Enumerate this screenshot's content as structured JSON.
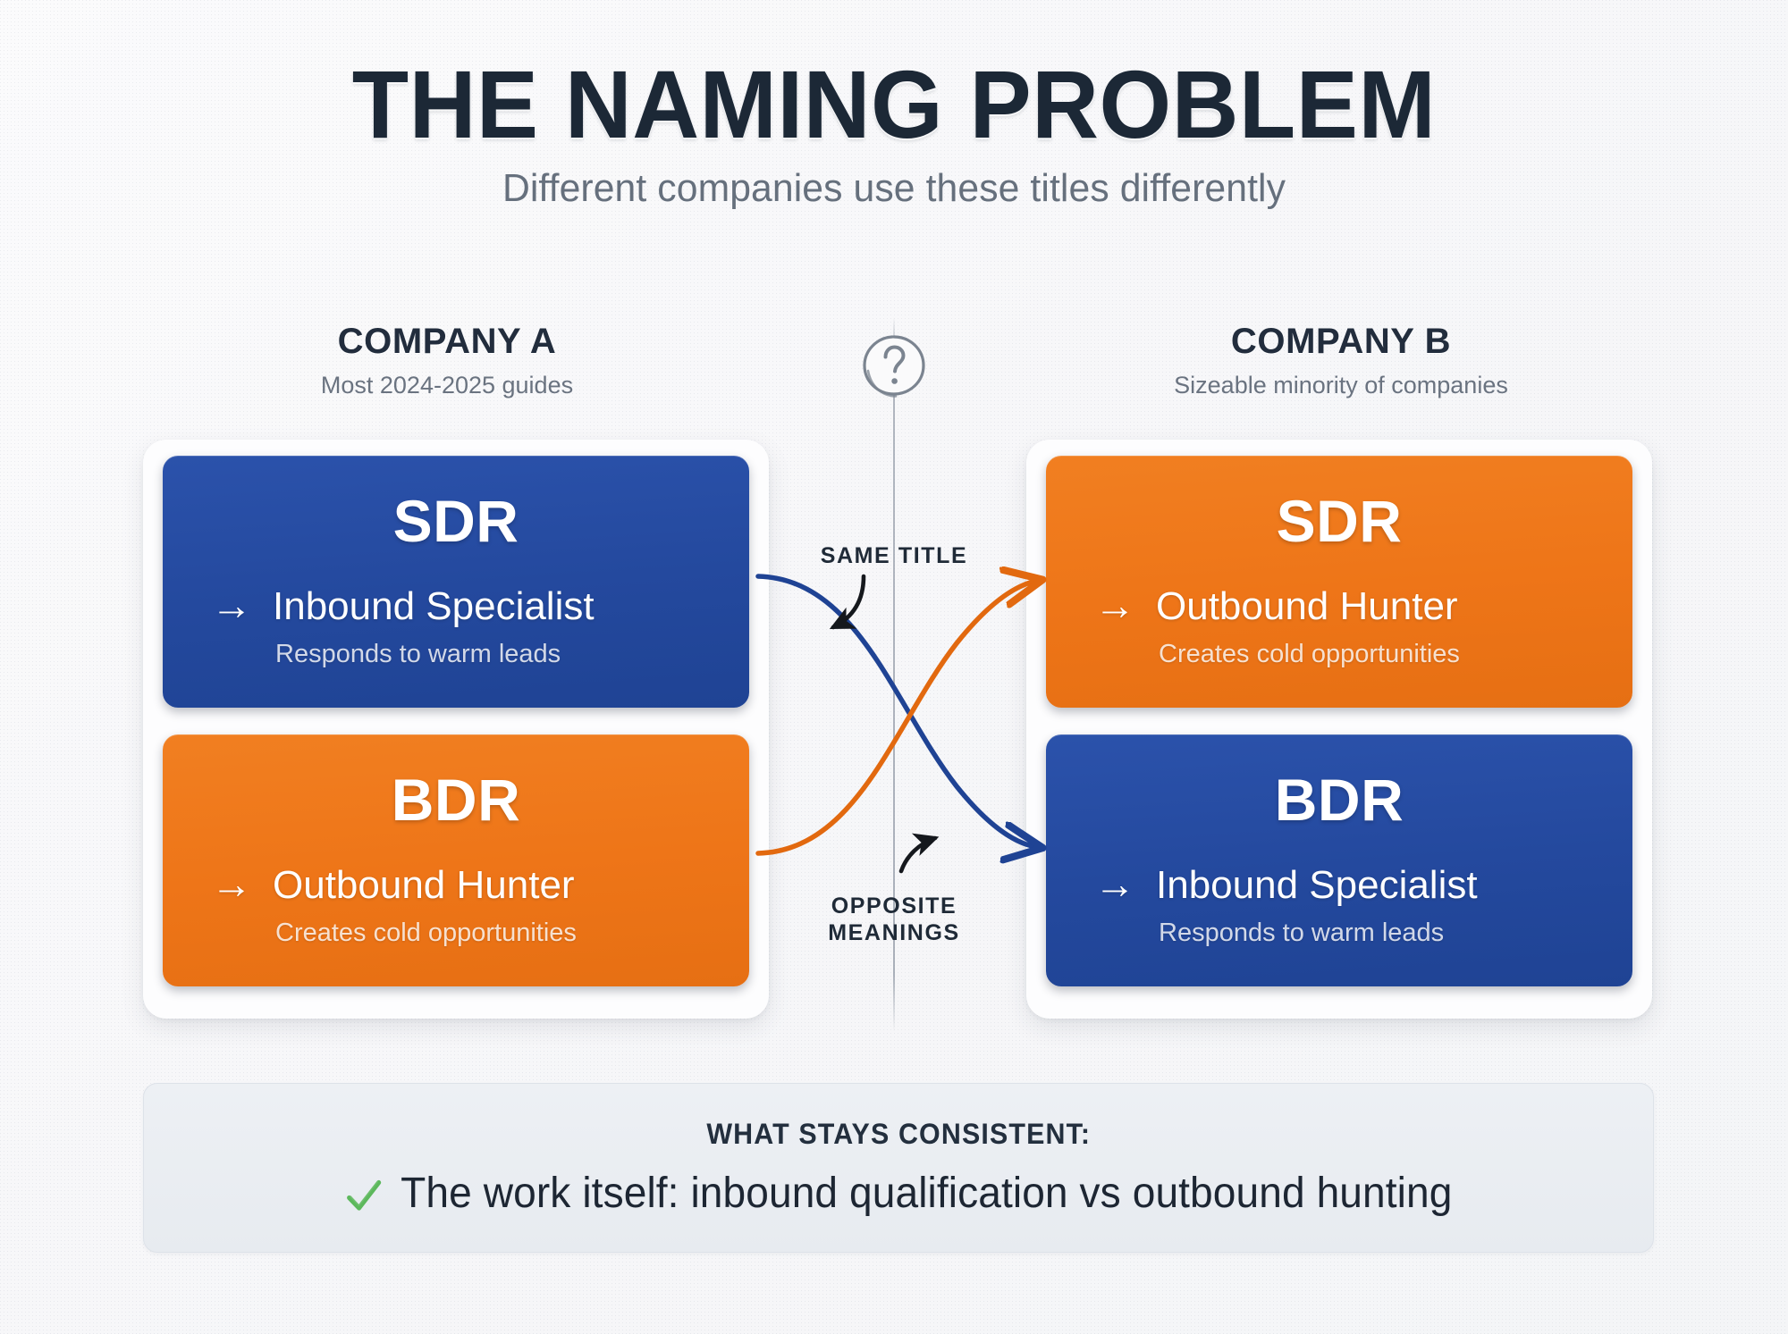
{
  "header": {
    "title": "THE NAMING PROBLEM",
    "subtitle": "Different companies use these titles differently"
  },
  "center": {
    "question_icon": "question-mark-circle-icon",
    "same_title_label": "SAME TITLE",
    "opposite_meanings_label_line1": "OPPOSITE",
    "opposite_meanings_label_line2": "MEANINGS"
  },
  "columns": [
    {
      "id": "company-a",
      "title": "COMPANY A",
      "subtitle": "Most 2024-2025 guides",
      "cards": [
        {
          "id": "company-a-sdr",
          "acronym": "SDR",
          "arrow": "→",
          "role": "Inbound Specialist",
          "description": "Responds to warm leads",
          "color": "#24499e",
          "color_name": "blue"
        },
        {
          "id": "company-a-bdr",
          "acronym": "BDR",
          "arrow": "→",
          "role": "Outbound Hunter",
          "description": "Creates cold opportunities",
          "color": "#ee7518",
          "color_name": "orange"
        }
      ]
    },
    {
      "id": "company-b",
      "title": "COMPANY B",
      "subtitle": "Sizeable minority of companies",
      "cards": [
        {
          "id": "company-b-sdr",
          "acronym": "SDR",
          "arrow": "→",
          "role": "Outbound Hunter",
          "description": "Creates cold opportunities",
          "color": "#ee7518",
          "color_name": "orange"
        },
        {
          "id": "company-b-bdr",
          "acronym": "BDR",
          "arrow": "→",
          "role": "Inbound Specialist",
          "description": "Responds to warm leads",
          "color": "#24499e",
          "color_name": "blue"
        }
      ]
    }
  ],
  "footer": {
    "kicker": "WHAT STAYS CONSISTENT:",
    "check_icon": "green-check-icon",
    "statement": "The work itself: inbound qualification vs outbound hunting"
  },
  "colors": {
    "blue": "#24499e",
    "orange": "#ee7518",
    "title_navy": "#1c2836",
    "subtitle_gray": "#66707d",
    "check_green": "#5cb85c",
    "footer_bg": "#e9edf2",
    "page_bg": "#f7f7f9"
  }
}
